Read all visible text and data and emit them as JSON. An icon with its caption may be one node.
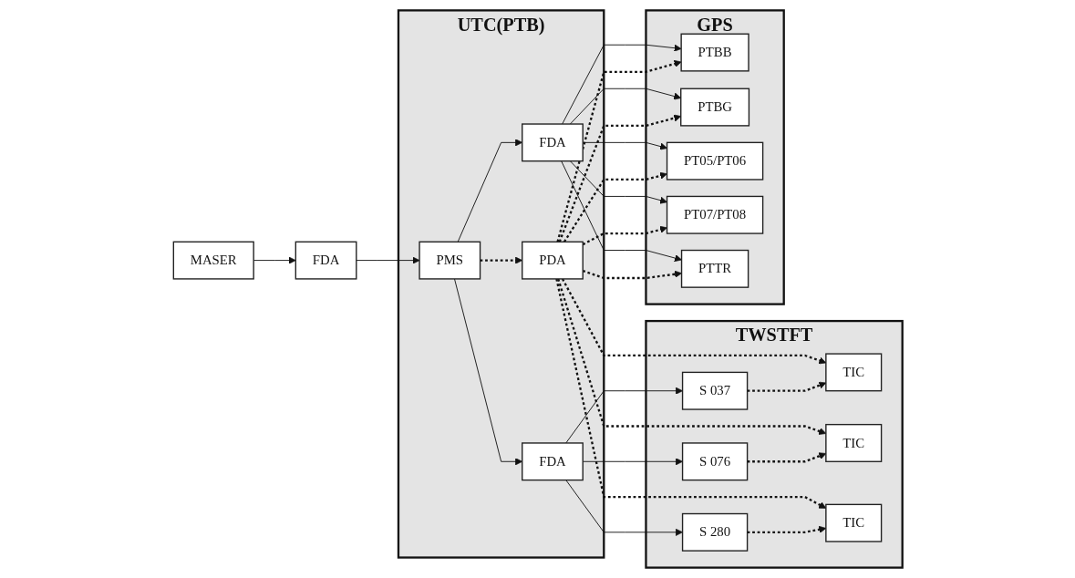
{
  "diagram": {
    "nodes": [
      {
        "text": [
          "TWSTFT"
        ]
      },
      {
        "text": [
          "S 037"
        ],
        "in": 0
      },
      {
        "text": [
          "TIC"
        ],
        "in": 0
      },
      {
        "text": [
          "S 076"
        ],
        "in": 0
      },
      {
        "text": [
          "TIC"
        ],
        "in": 0
      },
      {
        "text": [
          "S 280"
        ],
        "in": 0
      },
      {
        "text": [
          "TIC"
        ],
        "in": 0
      },
      {
        "text": [
          "GPS"
        ]
      },
      {
        "text": [
          "PTBB"
        ],
        "in": 7
      },
      {
        "text": [
          "PTBG"
        ],
        "in": 7
      },
      {
        "text": [
          "PT05/PT06"
        ],
        "in": 7
      },
      {
        "text": [
          "PT07/PT08"
        ],
        "in": 7
      },
      {
        "text": [
          "PTTR"
        ],
        "in": 7
      },
      {
        "text": [
          "UTC(PTB)"
        ]
      },
      {
        "text": [
          "FDA"
        ],
        "in": 13
      },
      {
        "text": [
          "PMS"
        ],
        "in": 13
      },
      {
        "text": [
          "PDA"
        ],
        "in": 13
      },
      {
        "text": [
          "FDA"
        ],
        "in": 13
      },
      {
        "text": [
          "FDA"
        ]
      },
      {
        "text": [
          "MASER"
        ]
      }
    ],
    "edges": [
      {
        "from": 19,
        "to": 18,
        "arrow": "to"
      },
      {
        "from": 18,
        "to": 15,
        "arrow": "to"
      },
      {
        "from": 15,
        "to": 14,
        "arrow": "to"
      },
      {
        "from": 15,
        "to": 17,
        "arrow": "to"
      },
      {
        "from": 15,
        "to": 16,
        "arrow": "to",
        "style": "dashed"
      },
      {
        "from": 14,
        "to": 1,
        "arrow": "to"
      },
      {
        "from": 14,
        "to": 3,
        "arrow": "to"
      },
      {
        "from": 14,
        "to": 5,
        "arrow": "to"
      },
      {
        "from": 1,
        "to": 2,
        "arrow": "to",
        "style": "dashed"
      },
      {
        "from": 3,
        "to": 4,
        "arrow": "to",
        "style": "dashed"
      },
      {
        "from": 5,
        "to": 6,
        "arrow": "to",
        "style": "dashed"
      },
      {
        "from": 16,
        "to": 2,
        "arrow": "to",
        "style": "dashed"
      },
      {
        "from": 16,
        "to": 4,
        "arrow": "to",
        "style": "dashed"
      },
      {
        "from": 16,
        "to": 6,
        "arrow": "to",
        "style": "dashed"
      },
      {
        "from": 16,
        "to": 8,
        "arrow": "to",
        "style": "dashed"
      },
      {
        "from": 16,
        "to": 9,
        "arrow": "to",
        "style": "dashed"
      },
      {
        "from": 16,
        "to": 10,
        "arrow": "to",
        "style": "dashed"
      },
      {
        "from": 16,
        "to": 11,
        "arrow": "to",
        "style": "dashed"
      },
      {
        "from": 16,
        "to": 12,
        "arrow": "to",
        "style": "dashed"
      },
      {
        "from": 17,
        "to": 8,
        "arrow": "to"
      },
      {
        "from": 17,
        "to": 9,
        "arrow": "to"
      },
      {
        "from": 17,
        "to": 10,
        "arrow": "to"
      },
      {
        "from": 17,
        "to": 11,
        "arrow": "to"
      },
      {
        "from": 17,
        "to": 12,
        "arrow": "to"
      }
    ]
  }
}
